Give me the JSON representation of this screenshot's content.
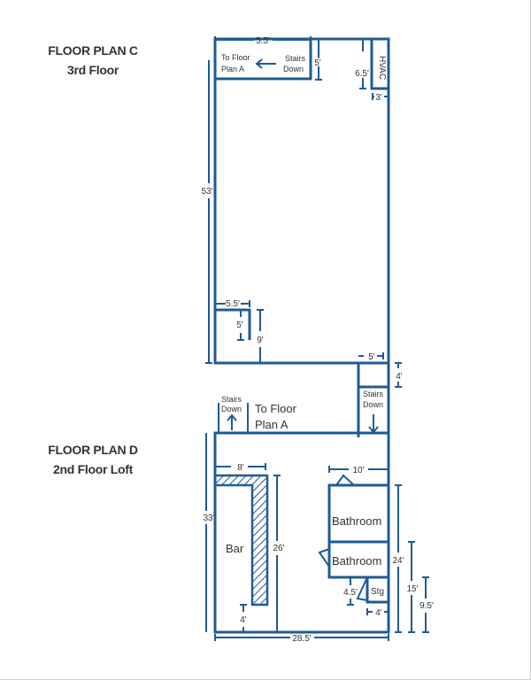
{
  "plan_c": {
    "title": "FLOOR PLAN C",
    "subtitle": "3rd Floor",
    "stairs_label_1": "Stairs",
    "stairs_label_2": "Down",
    "to_floor_1": "To Floor",
    "to_floor_2": "Plan A",
    "hvac": "HVAC",
    "dims": {
      "top_stairs_width": "5.5'",
      "top_stairs_depth": "5'",
      "hvac_depth": "6.5'",
      "hvac_width": "3'",
      "length": "53'",
      "closet_width": "5.5'",
      "closet_depth": "5'",
      "closet_offset": "9'",
      "landing_width": "5'",
      "landing_depth": "4'"
    }
  },
  "connector": {
    "left_stairs_1": "Stairs",
    "left_stairs_2": "Down",
    "to_floor_1": "To Floor",
    "to_floor_2": "Plan A",
    "right_stairs_1": "Stairs",
    "right_stairs_2": "Down"
  },
  "plan_d": {
    "title": "FLOOR PLAN D",
    "subtitle": "2nd Floor Loft",
    "bar": "Bar",
    "bathroom_1": "Bathroom",
    "bathroom_2": "Bathroom",
    "storage": "Stg",
    "dims": {
      "length": "33'",
      "bar_width": "8'",
      "bar_length": "26'",
      "bar_gap": "4'",
      "bath_width": "10'",
      "bath_total": "24'",
      "bath_lower": "15'",
      "stg_height": "9.5'",
      "stg_door": "4.5'",
      "stg_width": "4'",
      "width": "28.5'"
    }
  },
  "colors": {
    "line": "#1f5a96",
    "text": "#333333"
  }
}
